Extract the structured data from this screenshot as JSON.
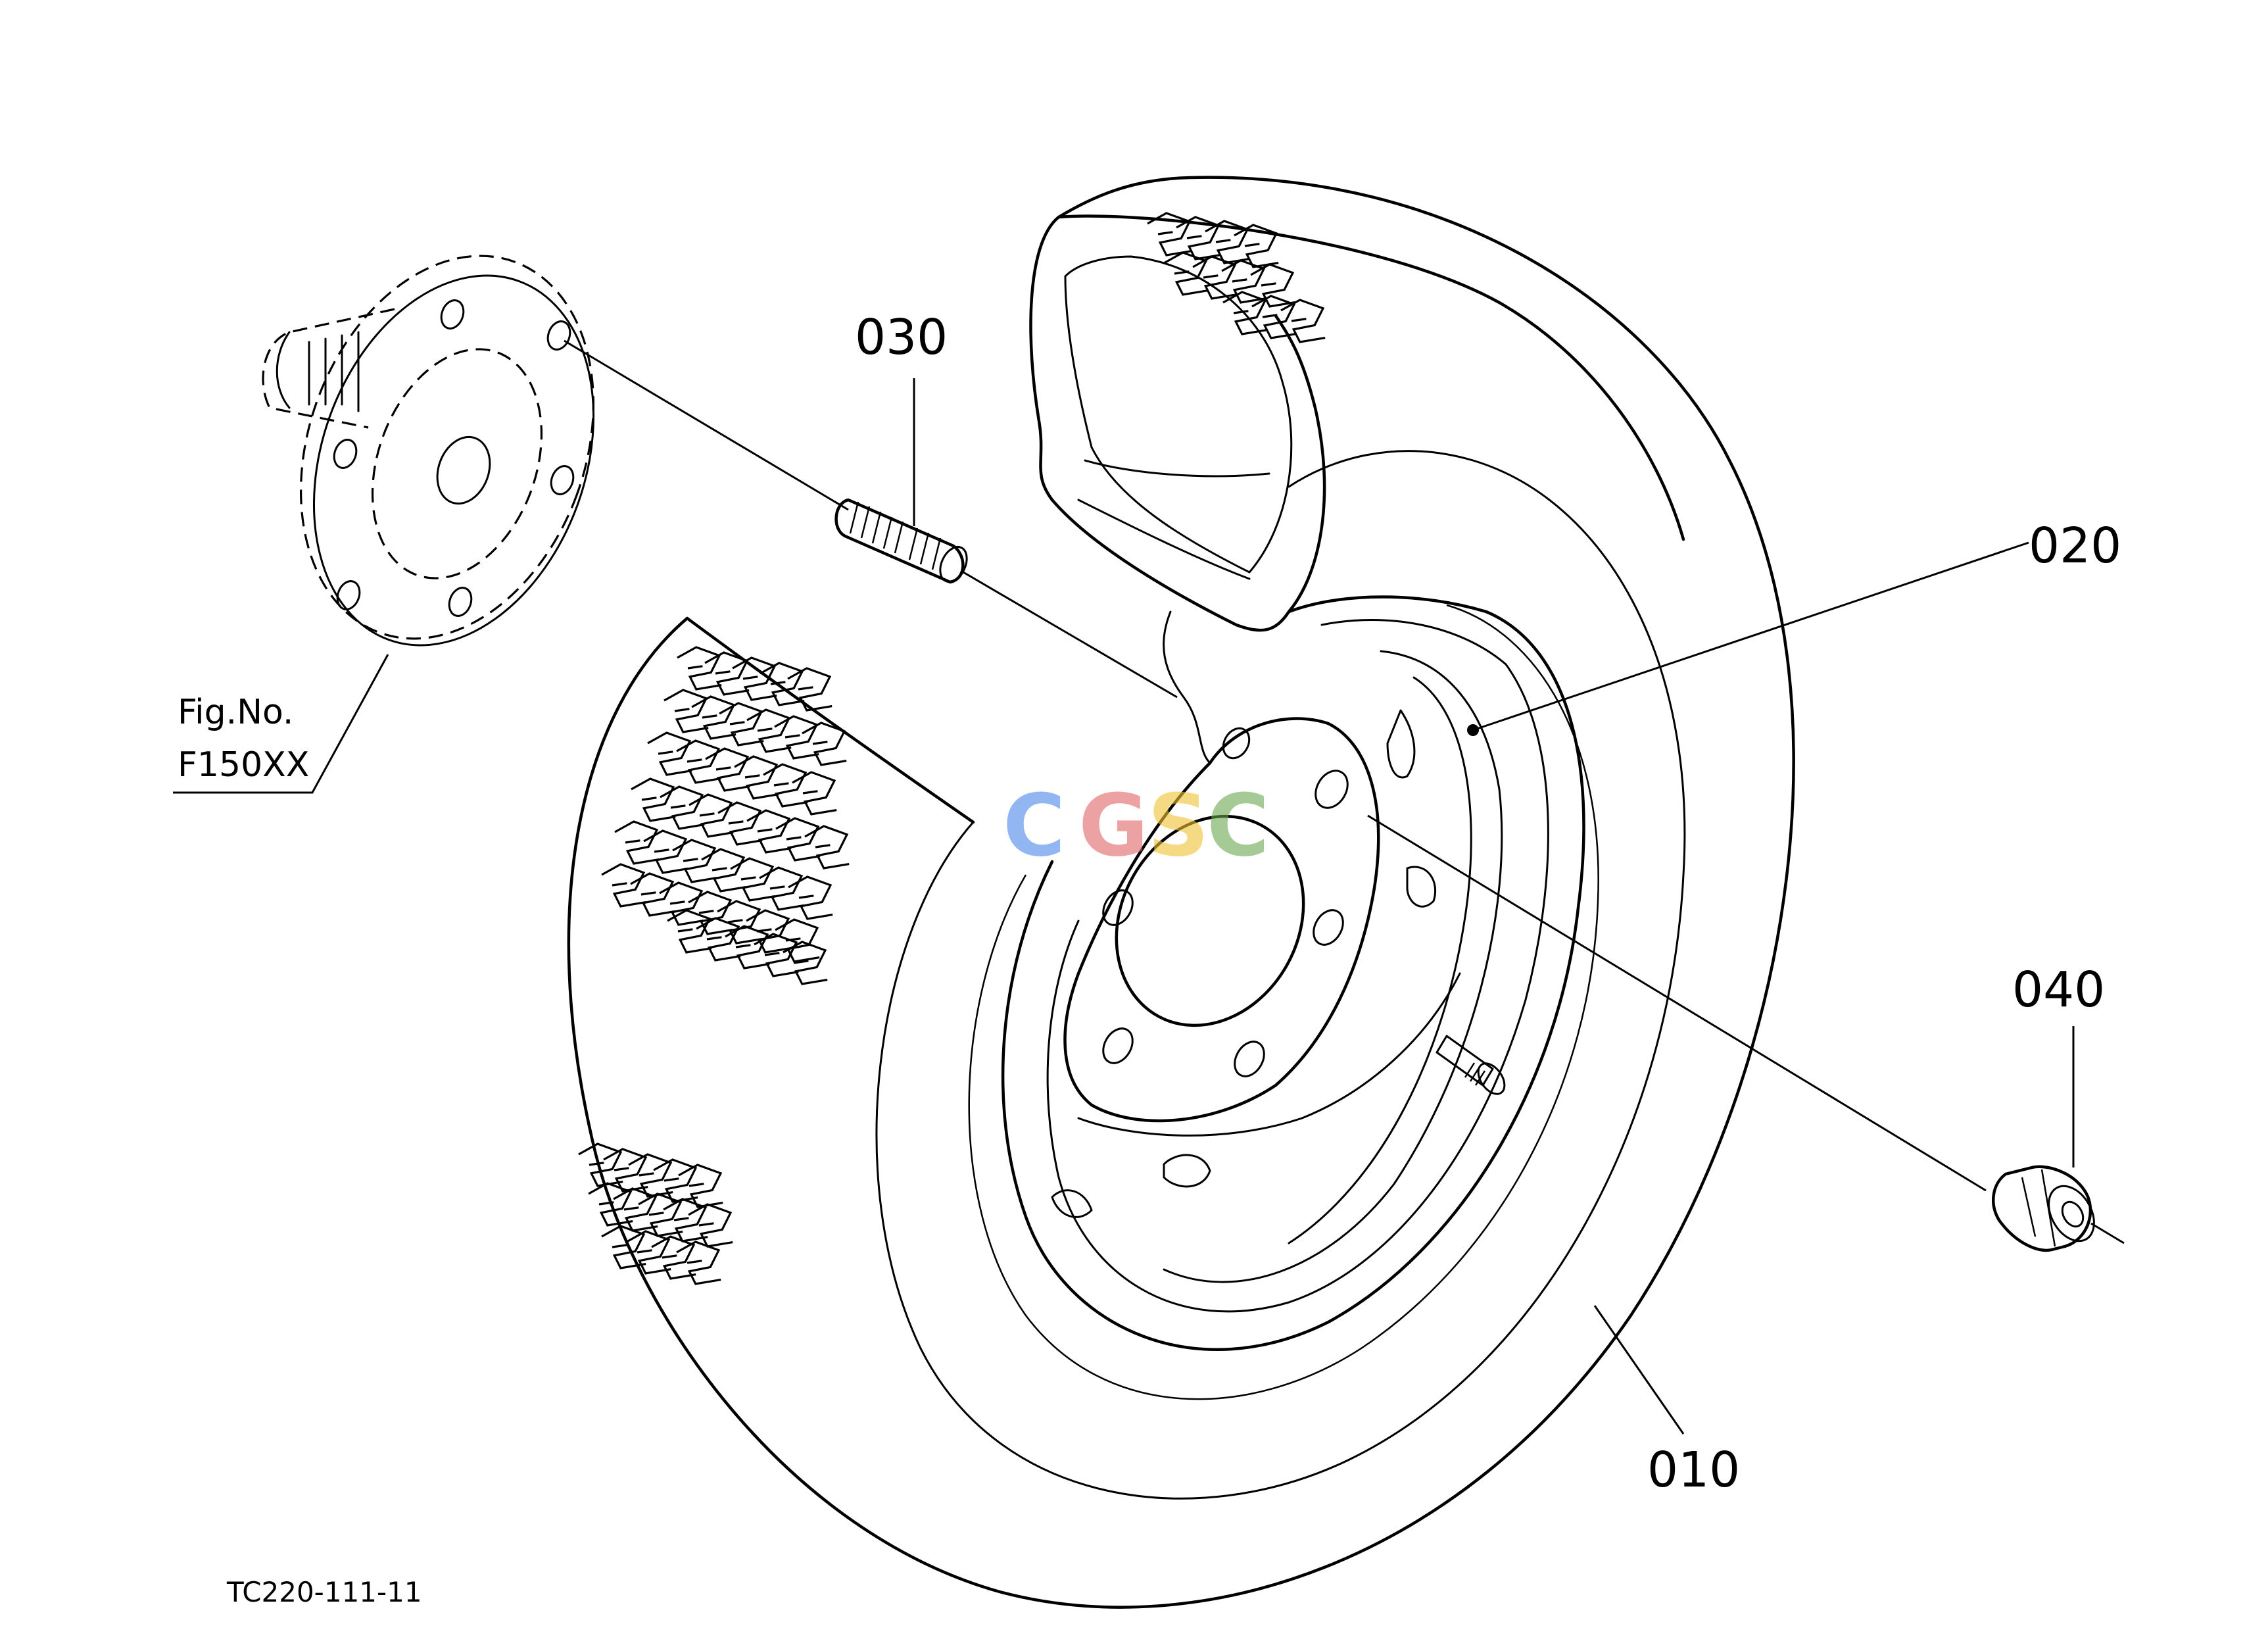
{
  "callouts": {
    "p010": "010",
    "p020": "020",
    "p030": "030",
    "p040": "040"
  },
  "figure_ref": {
    "line1": "Fig.No.",
    "line2": "F150XX"
  },
  "drawing_code": "TC220-111-11",
  "watermark": {
    "letters": [
      "C",
      "G",
      "S",
      "C"
    ],
    "colors": [
      "#4a86e8",
      "#e06666",
      "#f1c232",
      "#6aa84f"
    ]
  }
}
